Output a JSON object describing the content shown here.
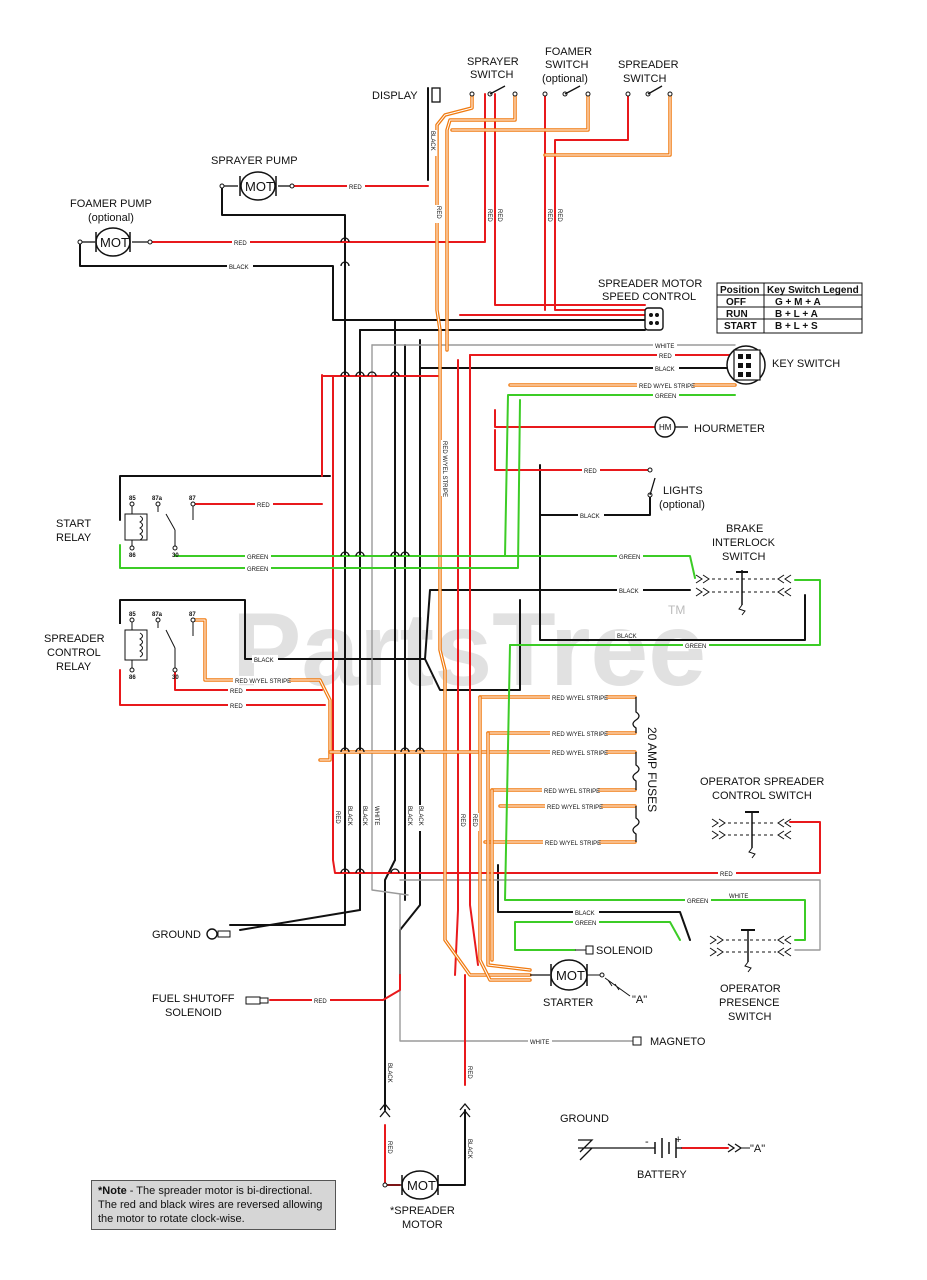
{
  "components": {
    "display": "DISPLAY",
    "sprayer_switch": [
      "SPRAYER",
      "SWITCH"
    ],
    "foamer_switch": [
      "FOAMER",
      "SWITCH",
      "(optional)"
    ],
    "spreader_switch": [
      "SPREADER",
      "SWITCH"
    ],
    "sprayer_pump": "SPRAYER PUMP",
    "foamer_pump": [
      "FOAMER PUMP",
      "(optional)"
    ],
    "spreader_motor_speed_control": [
      "SPREADER MOTOR",
      "SPEED CONTROL"
    ],
    "key_switch": "KEY SWITCH",
    "hourmeter": "HOURMETER",
    "lights": [
      "LIGHTS",
      "(optional)"
    ],
    "start_relay": [
      "START",
      "RELAY"
    ],
    "spreader_control_relay": [
      "SPREADER",
      "CONTROL",
      "RELAY"
    ],
    "brake_interlock_switch": [
      "BRAKE",
      "INTERLOCK",
      "SWITCH"
    ],
    "fuses": "20 AMP FUSES",
    "operator_spreader_control_switch": [
      "OPERATOR SPREADER",
      "CONTROL SWITCH"
    ],
    "ground": "GROUND",
    "solenoid": "SOLENOID",
    "starter": "STARTER",
    "starter_ref": "\"A\"",
    "operator_presence_switch": [
      "OPERATOR",
      "PRESENCE",
      "SWITCH"
    ],
    "fuel_shutoff_solenoid": [
      "FUEL SHUTOFF",
      "SOLENOID"
    ],
    "magneto": "MAGNETO",
    "battery_ground": "GROUND",
    "battery": "BATTERY",
    "battery_ref": "\"A\"",
    "spreader_motor": [
      "*SPREADER",
      "MOTOR"
    ]
  },
  "motor_label": "MOT",
  "hourmeter_symbol": "HM",
  "relay_terminals": [
    "85",
    "87a",
    "87",
    "86",
    "30"
  ],
  "battery_terms": [
    "-",
    "+"
  ],
  "wire_labels": {
    "red": "RED",
    "black": "BLACK",
    "white": "WHITE",
    "green": "GREEN",
    "red_yel": "RED W/YEL STRIPE"
  },
  "key_switch_legend": {
    "headers": [
      "Position",
      "Key Switch Legend"
    ],
    "rows": [
      [
        "OFF",
        "G + M + A"
      ],
      [
        "RUN",
        "B + L + A"
      ],
      [
        "START",
        "B + L + S"
      ]
    ]
  },
  "note": {
    "bold": "*Note",
    "text": " - The spreader motor is bi-directional. The red and black wires are reversed allowing the motor to rotate clock-wise."
  },
  "watermark": "PartsTree",
  "trademark": "TM",
  "colors": {
    "red": "#e8191c",
    "black": "#111111",
    "white_wire": "#9a9a9a",
    "green": "#3ccc26",
    "orange": "#f07a10",
    "background": "#ffffff"
  }
}
